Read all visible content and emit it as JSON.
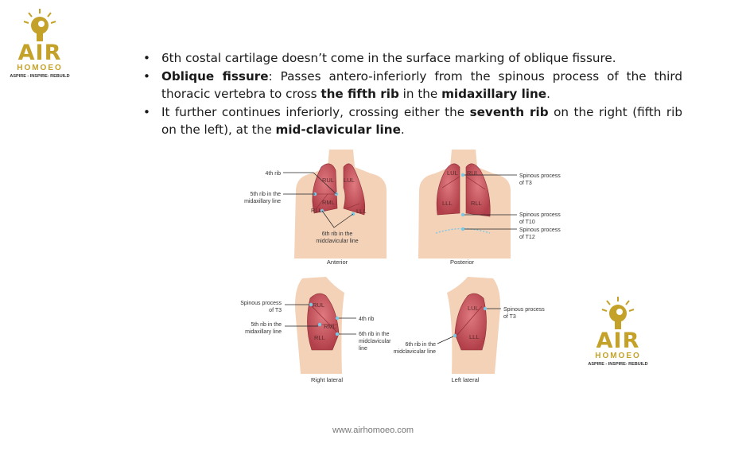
{
  "logo": {
    "name": "AIR",
    "sub": "HOMOEO",
    "tagline": "ASPIRE - INSPIRE- REBUILD"
  },
  "bullets": [
    {
      "parts": [
        {
          "t": "6th costal cartilage doesn’t come in the surface marking of oblique fissure.",
          "b": false
        }
      ]
    },
    {
      "parts": [
        {
          "t": "Oblique fissure",
          "b": true
        },
        {
          "t": ": Passes antero-inferiorly from the spinous process of the third thoracic vertebra to cross ",
          "b": false
        },
        {
          "t": "the fifth rib",
          "b": true
        },
        {
          "t": " in the ",
          "b": false
        },
        {
          "t": "midaxillary line",
          "b": true
        },
        {
          "t": ".",
          "b": false
        }
      ]
    },
    {
      "parts": [
        {
          "t": "It further continues inferiorly, crossing either the ",
          "b": false
        },
        {
          "t": "seventh rib",
          "b": true
        },
        {
          "t": " on the right (fifth rib on the left), at the ",
          "b": false
        },
        {
          "t": "mid-clavicular line",
          "b": true
        },
        {
          "t": ".",
          "b": false
        }
      ]
    }
  ],
  "figure": {
    "anterior": {
      "caption": "Anterior",
      "labels": {
        "rib4": "4th rib",
        "rib5a": "5th rib in the",
        "rib5b": "midaxillary line",
        "rib6a": "6th rib in the",
        "rib6b": "midclavicular line"
      },
      "lobes": [
        "RUL",
        "LUL",
        "RML",
        "RLL",
        "LLL"
      ]
    },
    "posterior": {
      "caption": "Posterior",
      "labels": {
        "t3a": "Spinous process",
        "t3b": "of T3",
        "t10a": "Spinous process",
        "t10b": "of T10",
        "t12a": "Spinous process",
        "t12b": "of T12"
      },
      "lobes": [
        "LUL",
        "RUL",
        "LLL",
        "RLL"
      ]
    },
    "right_lateral": {
      "caption": "Right lateral",
      "labels": {
        "t3a": "Spinous process",
        "t3b": "of T3",
        "rib4": "4th rib",
        "rib5a": "5th rib in the",
        "rib5b": "midaxillary line",
        "rib6a": "6th rib in the",
        "rib6b": "midclavicular",
        "rib6c": "line"
      },
      "lobes": [
        "RUL",
        "RML",
        "RLL"
      ]
    },
    "left_lateral": {
      "caption": "Left lateral",
      "labels": {
        "t3a": "Spinous process",
        "t3b": "of T3",
        "rib6a": "6th rib in the",
        "rib6b": "midclavicular line"
      },
      "lobes": [
        "LUL",
        "LLL"
      ]
    }
  },
  "footer": "www.airhomoeo.com",
  "colors": {
    "gold": "#c4a22a",
    "lung": "#c0505a",
    "skin": "#f3d2b8",
    "marker": "#7ec8e3"
  }
}
